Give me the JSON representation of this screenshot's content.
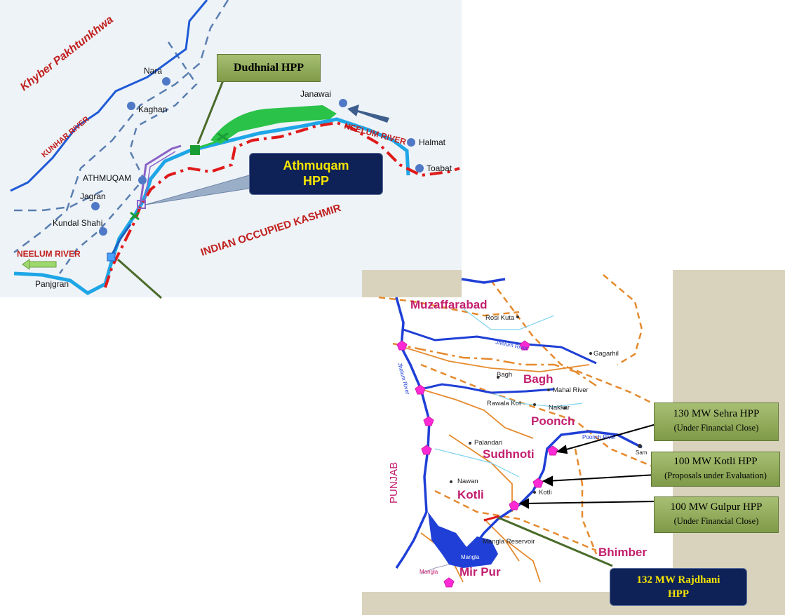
{
  "top_map": {
    "regions": {
      "kpk": "Khyber Pakhtunkhwa",
      "iok": "INDIAN OCCUPIED  KASHMIR"
    },
    "rivers": {
      "kunhar": "KUNHAR RIVER",
      "neelum_east": "NEELUM RIVER",
      "neelum_west": "NEELUM RIVER"
    },
    "places": {
      "nara": "Nara",
      "kaghan": "Kaghan",
      "janawai": "Janawai",
      "halmat": "Halmat",
      "toabat": "Toabat",
      "athmuqam": "ATHMUQAM",
      "jagran": "Jagran",
      "kundal_shahi": "Kundal Shahi",
      "panjgran": "Panjgran"
    },
    "callouts": {
      "dudhnial": "Dudhnial HPP",
      "athmuqam_line1": "Athmuqam",
      "athmuqam_line2": "HPP"
    }
  },
  "bottom_map": {
    "districts": {
      "muzaffarabad": "Muzaffarabad",
      "bagh": "Bagh",
      "poonch": "Poonch",
      "sudhnoti": "Sudhnoti",
      "kotli": "Kotli",
      "bhimber": "Bhimber",
      "mirpur": "Mir Pur",
      "punjab": "PUNJAB"
    },
    "places": {
      "rosi_kuta": "Rosi Kuta",
      "gagarhil": "Gagarhil",
      "bagh_town": "Bagh",
      "mahal_river": "Mahal River",
      "rawala_kot": "Rawala Kot",
      "nakkar": "Nakkar",
      "palandari": "Palandari",
      "nawan": "Nawan",
      "kotli_town": "Kotli",
      "sam": "Sam",
      "mangla_reservoir": "Mangla Reservoir",
      "mangla_lake": "Mangla",
      "mangla_town": "Mangla"
    },
    "rivers": {
      "jhelum_top": "Jhelum River",
      "jhelum_left": "Jhelum River",
      "poonch_river": "Poonch River"
    },
    "callouts": {
      "sehra_title": "130 MW Sehra HPP",
      "sehra_status": "(Under Financial Close)",
      "kotli_title": "100 MW Kotli HPP",
      "kotli_status": "(Proposals under Evaluation)",
      "gulpur_title": "100 MW Gulpur HPP",
      "gulpur_status": "(Under Financial Close)",
      "rajdhani_line1": "132 MW Rajdhani",
      "rajdhani_line2": "HPP"
    }
  },
  "colors": {
    "top_bg": "#eef3f8",
    "bottom_bg": "#ffffff",
    "frame": "#d9d3bd",
    "river_blue": "#1f5bd6",
    "neelum_cyan": "#1ea6e6",
    "boundary_red": "#e01a1a",
    "district_magenta": "#c21e6e",
    "road_orange": "#e58a2e",
    "hpp_magenta": "#ff2ad4",
    "callout_green": "#8fa85a",
    "callout_navy": "#0e2258"
  }
}
